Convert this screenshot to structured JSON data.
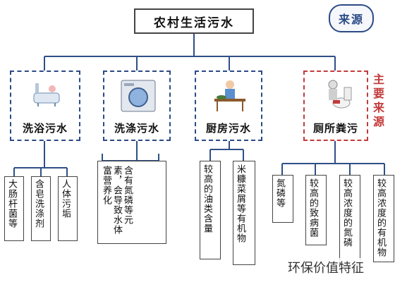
{
  "root": {
    "title": "农村生活污水"
  },
  "badge": {
    "label": "来源"
  },
  "main_note": {
    "text": "主要来源"
  },
  "categories": [
    {
      "label": "洗浴污水"
    },
    {
      "label": "洗涤污水"
    },
    {
      "label": "厨房污水"
    },
    {
      "label": "厕所粪污"
    }
  ],
  "details": {
    "bath": [
      "大肠杆菌等",
      "含皂洗涤剂",
      "人体污垢"
    ],
    "wash": [
      "含有氮磷等元素，会导致水体富营养化"
    ],
    "kitchen": [
      "较高的油类含量",
      "米糠菜屑等有机物"
    ],
    "toilet": [
      "氮磷等",
      "较高的致病菌",
      "较高浓度的氮磷",
      "较高浓度的有机物"
    ]
  },
  "watermark": {
    "text": "环保价值特征"
  },
  "colors": {
    "line": "#2f4f86",
    "main_border": "#c43a3a",
    "dash_border": "#2b4a86",
    "badge_border": "#2b4a86",
    "main_text": "#c43a3a"
  },
  "icons": [
    "bathtub-icon",
    "washing-machine-icon",
    "cooking-person-icon",
    "toilet-person-icon"
  ]
}
